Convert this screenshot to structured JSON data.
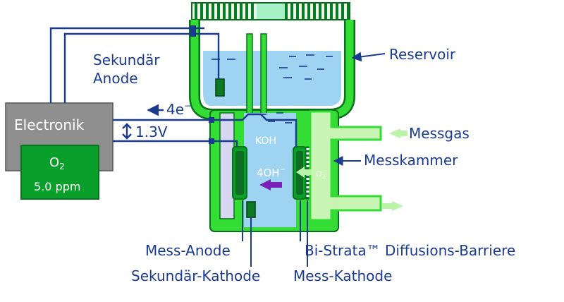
{
  "labels": {
    "sekundaer_anode_1": "Sekundär",
    "sekundaer_anode_2": "Anode",
    "reservoir": "Reservoir",
    "electronik": "Electronik",
    "o2_display_main": "O",
    "o2_display_sub": "2",
    "o2_value": "5.0 ppm",
    "electron_main": "4e",
    "electron_sup": "−",
    "voltage": "1.3V",
    "koh": "KOH",
    "hydroxide_main": "4OH",
    "hydroxide_sup": "−",
    "o2_small_main": "O",
    "o2_small_sub": "2",
    "messgas": "Messgas",
    "messkammer": "Messkammer",
    "mess_anode": "Mess-Anode",
    "bi_strata": "Bi-Strata™ Diffusions-Barriere",
    "sekundaer_kathode": "Sekundär-Kathode",
    "mess_kathode": "Mess-Kathode"
  },
  "colors": {
    "green_bright": "#33dd33",
    "green_dark": "#0a9e2a",
    "green_outline": "#08701e",
    "light_green": "#c8f5b4",
    "gray_box": "#8f8f8f",
    "water_blue": "#9ed3f2",
    "lavender": "#d6d6f2",
    "navy": "#1a3a8f",
    "purple": "#7a1fb8",
    "gas_arrow": "#b8f5a8"
  }
}
